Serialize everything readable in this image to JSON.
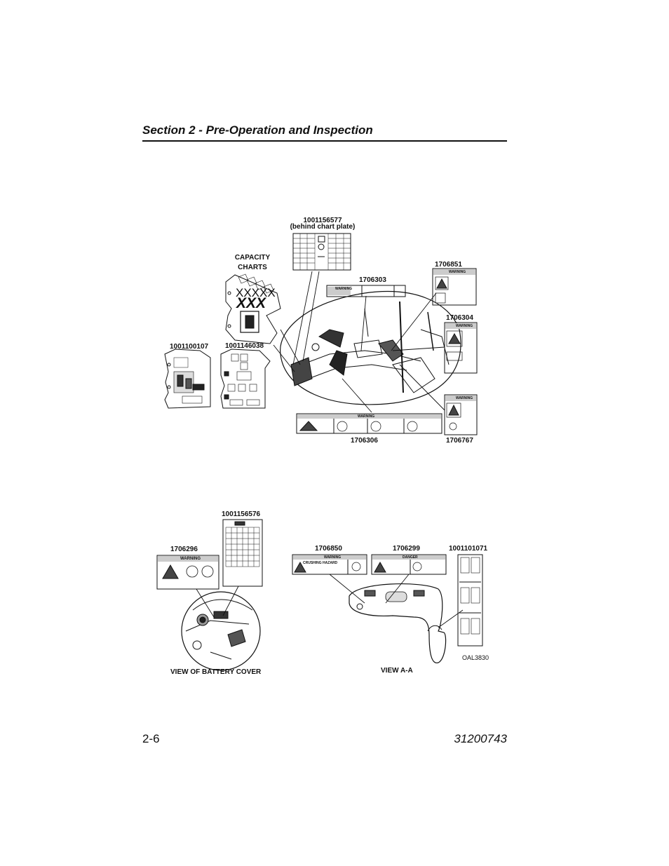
{
  "header": {
    "section_title": "Section 2 - Pre-Operation and Inspection"
  },
  "labels": {
    "label_1001156577": "1001156577",
    "behind_chart_plate": "(behind chart plate)",
    "capacity_charts": "CAPACITY CHARTS",
    "label_1706851": "1706851",
    "label_1706303": "1706303",
    "label_1706304": "1706304",
    "label_1001100107": "1001100107",
    "label_1001146038": "1001146038",
    "label_1706306": "1706306",
    "label_1706767": "1706767",
    "label_1001156576": "1001156576",
    "label_1706296": "1706296",
    "label_1706850": "1706850",
    "label_1706299": "1706299",
    "label_1001101071": "1001101071",
    "view_battery_cover": "VIEW OF BATTERY COVER",
    "view_a_a": "VIEW A-A",
    "figure_code": "OAL3830"
  },
  "decals": {
    "warning": "WARNING",
    "danger": "DANGER",
    "crushing_hazard": "CRUSHING HAZARD",
    "capacity_model": "XXXXX",
    "capacity_model_2": "XXX"
  },
  "footer": {
    "page_number": "2-6",
    "doc_number": "31200743"
  }
}
